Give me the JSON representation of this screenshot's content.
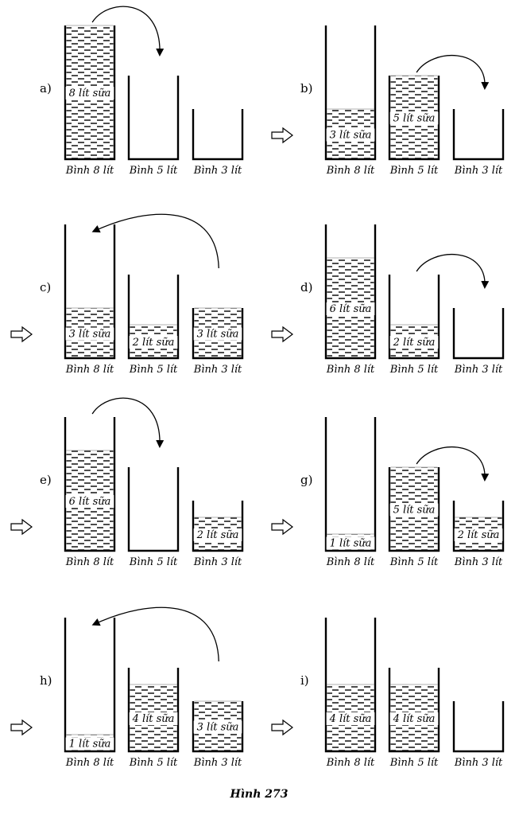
{
  "figure": {
    "caption": "Hình 273",
    "panels": [
      {
        "step": "a)",
        "jars": [
          {
            "name": "Bình 8 lít",
            "fill": 8,
            "capacity": 8,
            "label": "8 lít sữa"
          },
          {
            "name": "Bình 5 lít",
            "fill": 0,
            "capacity": 5,
            "label": ""
          },
          {
            "name": "Bình 3 lít",
            "fill": 0,
            "capacity": 3,
            "label": ""
          }
        ],
        "pour": {
          "from": 0,
          "to": 1
        }
      },
      {
        "step": "b)",
        "jars": [
          {
            "name": "Bình 8 lít",
            "fill": 3,
            "capacity": 8,
            "label": "3 lít sữa"
          },
          {
            "name": "Bình 5 lít",
            "fill": 5,
            "capacity": 5,
            "label": "5 lít sữa"
          },
          {
            "name": "Bình 3 lít",
            "fill": 0,
            "capacity": 3,
            "label": ""
          }
        ],
        "pour": {
          "from": 1,
          "to": 2
        }
      },
      {
        "step": "c)",
        "jars": [
          {
            "name": "Bình 8 lít",
            "fill": 3,
            "capacity": 8,
            "label": "3 lít sữa"
          },
          {
            "name": "Bình 5 lít",
            "fill": 2,
            "capacity": 5,
            "label": "2 lít sữa"
          },
          {
            "name": "Bình 3 lít",
            "fill": 3,
            "capacity": 3,
            "label": "3 lít sữa"
          }
        ],
        "pour": {
          "from": 2,
          "to": 0
        }
      },
      {
        "step": "d)",
        "jars": [
          {
            "name": "Bình 8 lít",
            "fill": 6,
            "capacity": 8,
            "label": "6 lít sữa"
          },
          {
            "name": "Bình 5 lít",
            "fill": 2,
            "capacity": 5,
            "label": "2 lít sữa"
          },
          {
            "name": "Bình 3 lít",
            "fill": 0,
            "capacity": 3,
            "label": ""
          }
        ],
        "pour": {
          "from": 1,
          "to": 2
        }
      },
      {
        "step": "e)",
        "jars": [
          {
            "name": "Bình 8 lít",
            "fill": 6,
            "capacity": 8,
            "label": "6 lít sữa"
          },
          {
            "name": "Bình 5 lít",
            "fill": 0,
            "capacity": 5,
            "label": ""
          },
          {
            "name": "Bình 3 lít",
            "fill": 2,
            "capacity": 3,
            "label": "2 lít sữa"
          }
        ],
        "pour": {
          "from": 0,
          "to": 1
        }
      },
      {
        "step": "g)",
        "jars": [
          {
            "name": "Bình 8 lít",
            "fill": 1,
            "capacity": 8,
            "label": "1 lít sữa"
          },
          {
            "name": "Bình 5 lít",
            "fill": 5,
            "capacity": 5,
            "label": "5 lít sữa"
          },
          {
            "name": "Bình 3 lít",
            "fill": 2,
            "capacity": 3,
            "label": "2 lít sữa"
          }
        ],
        "pour": {
          "from": 1,
          "to": 2
        }
      },
      {
        "step": "h)",
        "jars": [
          {
            "name": "Bình 8 lít",
            "fill": 1,
            "capacity": 8,
            "label": "1 lít sữa"
          },
          {
            "name": "Bình 5 lít",
            "fill": 4,
            "capacity": 5,
            "label": "4 lít sữa"
          },
          {
            "name": "Bình 3 lít",
            "fill": 3,
            "capacity": 3,
            "label": "3 lít sữa"
          }
        ],
        "pour": {
          "from": 2,
          "to": 0
        }
      },
      {
        "step": "i)",
        "jars": [
          {
            "name": "Bình 8 lít",
            "fill": 4,
            "capacity": 8,
            "label": "4 lít sữa"
          },
          {
            "name": "Bình 5 lít",
            "fill": 4,
            "capacity": 5,
            "label": "4 lít sữa"
          },
          {
            "name": "Bình 3 lít",
            "fill": 0,
            "capacity": 3,
            "label": ""
          }
        ],
        "pour": null
      }
    ]
  }
}
